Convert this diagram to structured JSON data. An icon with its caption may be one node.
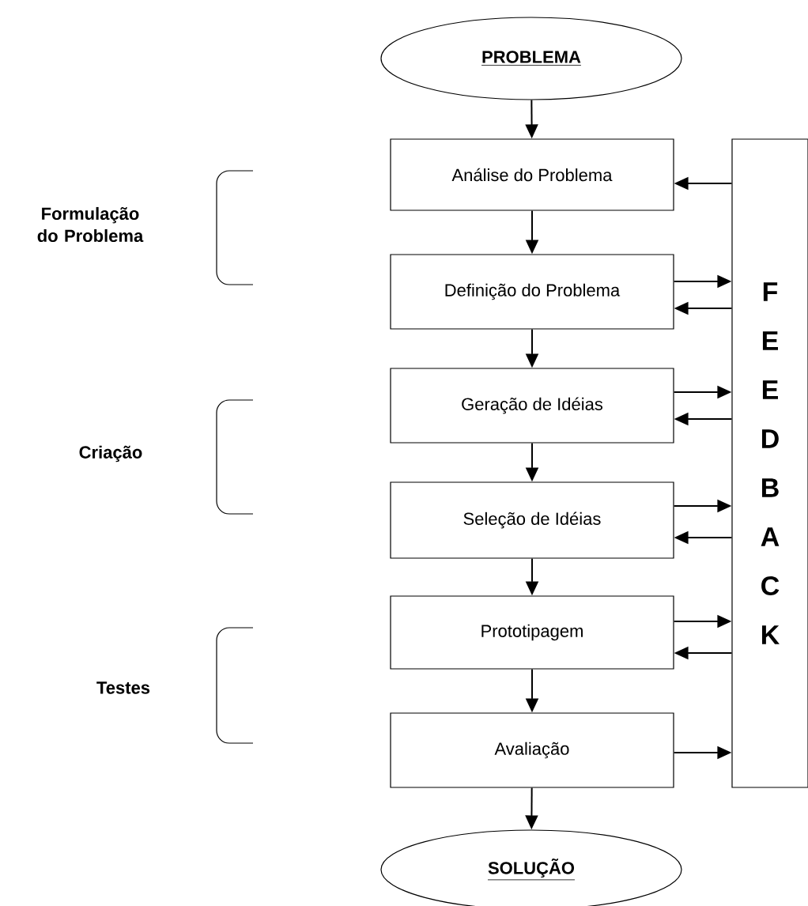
{
  "diagram": {
    "nodes": [
      {
        "text": [
          "PROBLEMA"
        ]
      },
      {
        "text": [
          "Análise do Problema"
        ]
      },
      {
        "text": [
          "Definição do Problema"
        ]
      },
      {
        "text": [
          "Geração de Idéias"
        ]
      },
      {
        "text": [
          "Seleção de Idéias"
        ]
      },
      {
        "text": [
          "Prototipagem"
        ]
      },
      {
        "text": [
          "Avaliação"
        ]
      },
      {
        "text": [
          "SOLUÇÃO"
        ]
      },
      {
        "text": [
          "F E E D B A C K"
        ]
      }
    ],
    "edges": [
      {
        "from": 0,
        "to": 1,
        "arrow": "to"
      },
      {
        "from": 1,
        "to": 2,
        "arrow": "to"
      },
      {
        "from": 2,
        "to": 3,
        "arrow": "to"
      },
      {
        "from": 3,
        "to": 4,
        "arrow": "to"
      },
      {
        "from": 4,
        "to": 5,
        "arrow": "to"
      },
      {
        "from": 5,
        "to": 6,
        "arrow": "to"
      },
      {
        "from": 6,
        "to": 7,
        "arrow": "to"
      },
      {
        "from": 8,
        "to": 1,
        "arrow": "to"
      },
      {
        "from": 2,
        "to": 8,
        "arrow": "to"
      },
      {
        "from": 8,
        "to": 2,
        "arrow": "to"
      },
      {
        "from": 3,
        "to": 8,
        "arrow": "to"
      },
      {
        "from": 8,
        "to": 3,
        "arrow": "to"
      },
      {
        "from": 4,
        "to": 8,
        "arrow": "to"
      },
      {
        "from": 8,
        "to": 4,
        "arrow": "to"
      },
      {
        "from": 5,
        "to": 8,
        "arrow": "to"
      },
      {
        "from": 8,
        "to": 5,
        "arrow": "to"
      },
      {
        "from": 6,
        "to": 8,
        "arrow": "to"
      }
    ],
    "labels": [
      "Formulação do Problema",
      "Criação",
      "Testes"
    ]
  }
}
